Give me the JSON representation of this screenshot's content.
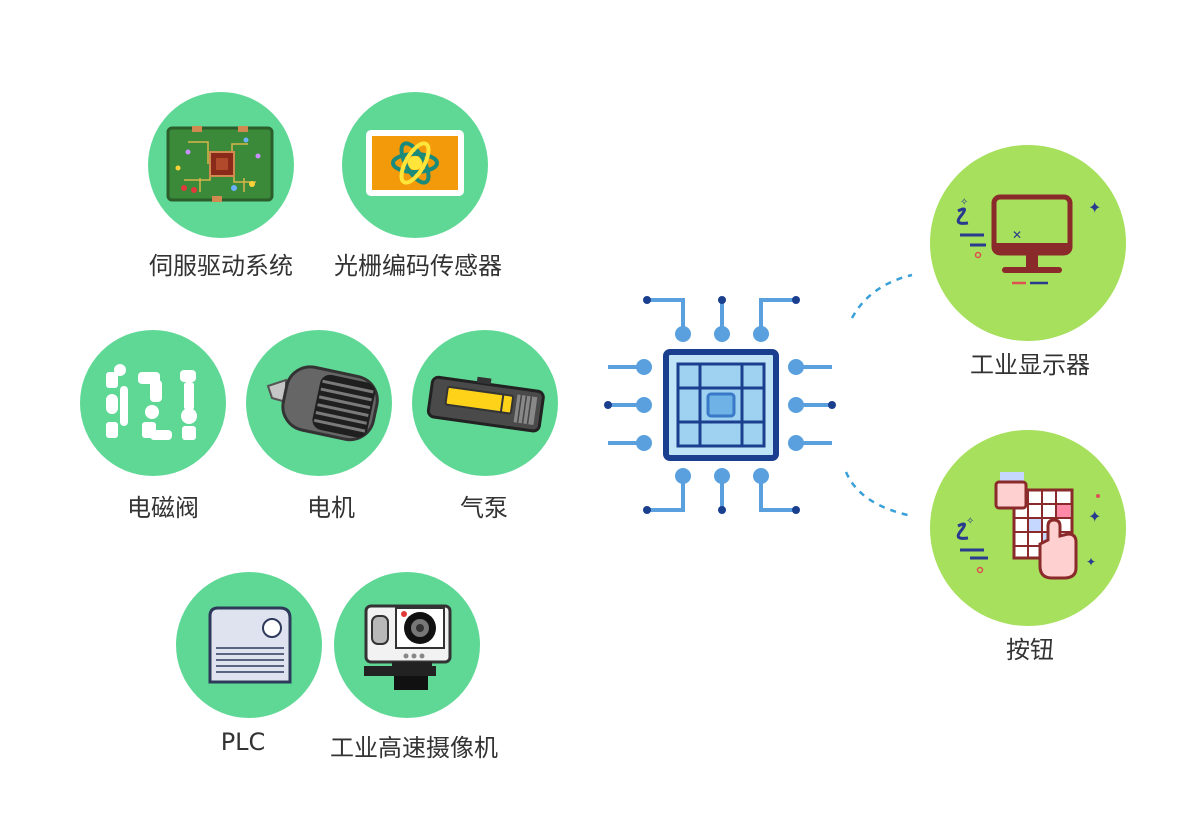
{
  "inputs": {
    "servo": "伺服驱动系统",
    "grating": "光栅编码传感器",
    "solenoid": "电磁阀",
    "motor": "电机",
    "pump": "气泵",
    "plc": "PLC",
    "camera": "工业高速摄像机"
  },
  "outputs": {
    "display": "工业显示器",
    "button": "按钮"
  },
  "colors": {
    "input_circle": "#5fd896",
    "output_circle": "#a6e05c",
    "chip_dark": "#1b3f8f",
    "chip_light": "#6fb2e6",
    "link": "#3aa0d8"
  }
}
